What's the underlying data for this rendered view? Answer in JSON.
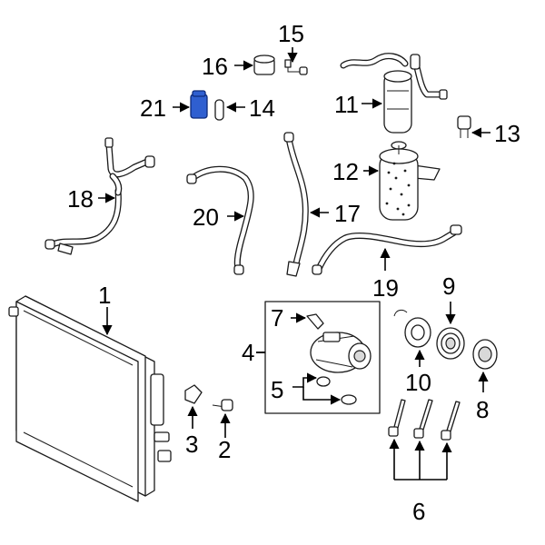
{
  "callouts": {
    "c1": "1",
    "c2": "2",
    "c3": "3",
    "c4": "4",
    "c5": "5",
    "c6": "6",
    "c7": "7",
    "c8": "8",
    "c9": "9",
    "c10": "10",
    "c11": "11",
    "c12": "12",
    "c13": "13",
    "c14": "14",
    "c15": "15",
    "c16": "16",
    "c17": "17",
    "c18": "18",
    "c19": "19",
    "c20": "20",
    "c21": "21"
  },
  "colors": {
    "highlight": "#2f5fd0",
    "line": "#1a1a1a",
    "background": "#ffffff"
  }
}
